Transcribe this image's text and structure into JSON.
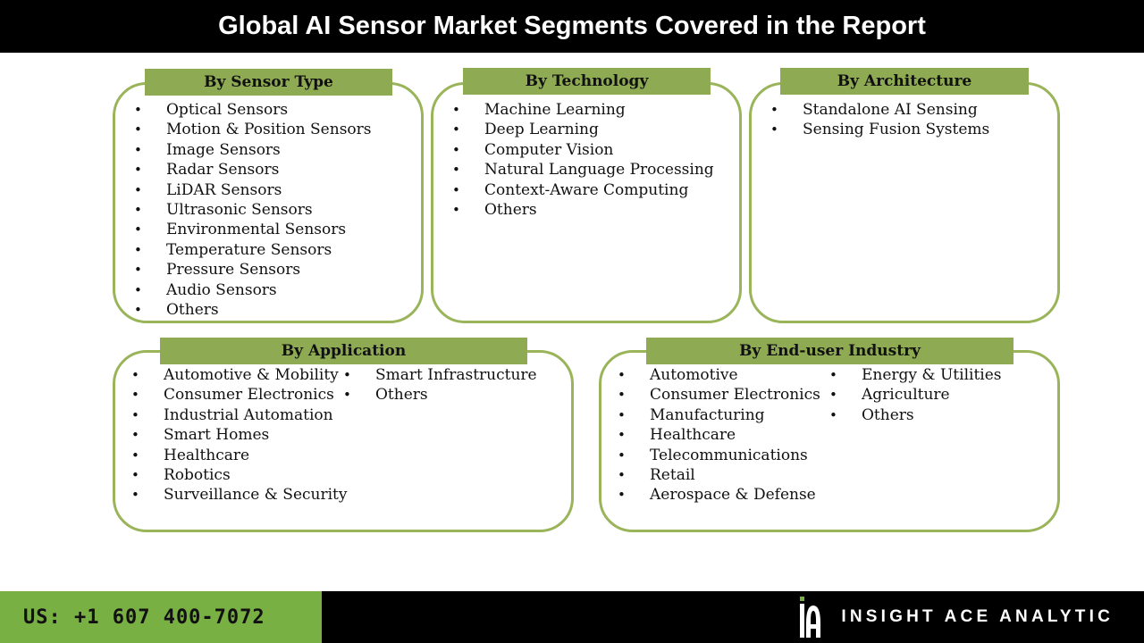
{
  "header": {
    "title": "Global AI Sensor Market Segments Covered in the Report"
  },
  "segments": {
    "sensor_type": {
      "label": "By Sensor Type",
      "items": [
        "Optical Sensors",
        "Motion & Position Sensors",
        "Image Sensors",
        "Radar Sensors",
        "LiDAR Sensors",
        "Ultrasonic Sensors",
        "Environmental Sensors",
        "Temperature Sensors",
        "Pressure Sensors",
        "Audio Sensors",
        "Others"
      ]
    },
    "technology": {
      "label": "By Technology",
      "items": [
        "Machine Learning",
        "Deep Learning",
        "Computer Vision",
        "Natural Language Processing",
        "Context-Aware Computing",
        "Others"
      ]
    },
    "architecture": {
      "label": "By Architecture",
      "items": [
        "Standalone AI Sensing",
        "Sensing Fusion Systems"
      ]
    },
    "application": {
      "label": "By Application",
      "items": [
        "Automotive & Mobility",
        "Consumer Electronics",
        "Industrial Automation",
        "Smart Homes",
        "Healthcare",
        "Robotics",
        "Surveillance & Security"
      ],
      "items_col2": [
        "Smart Infrastructure",
        "Others"
      ]
    },
    "end_user": {
      "label": "By End-user Industry",
      "items": [
        "Automotive",
        "Consumer Electronics",
        "Manufacturing",
        "Healthcare",
        "Telecommunications",
        "Retail",
        "Aerospace & Defense"
      ],
      "items_col2": [
        "Energy & Utilities",
        "Agriculture",
        "Others"
      ]
    }
  },
  "bullet": "•",
  "footer": {
    "phone": "US: +1 607 400-7072",
    "brand": "INSIGHT ACE ANALYTIC",
    "brand_logo_icon": "ia-logo-icon"
  },
  "colors": {
    "border": "#9ab45a",
    "label_bg": "#8eaa52",
    "footer_green": "#79b043",
    "bar_black": "#000000"
  }
}
